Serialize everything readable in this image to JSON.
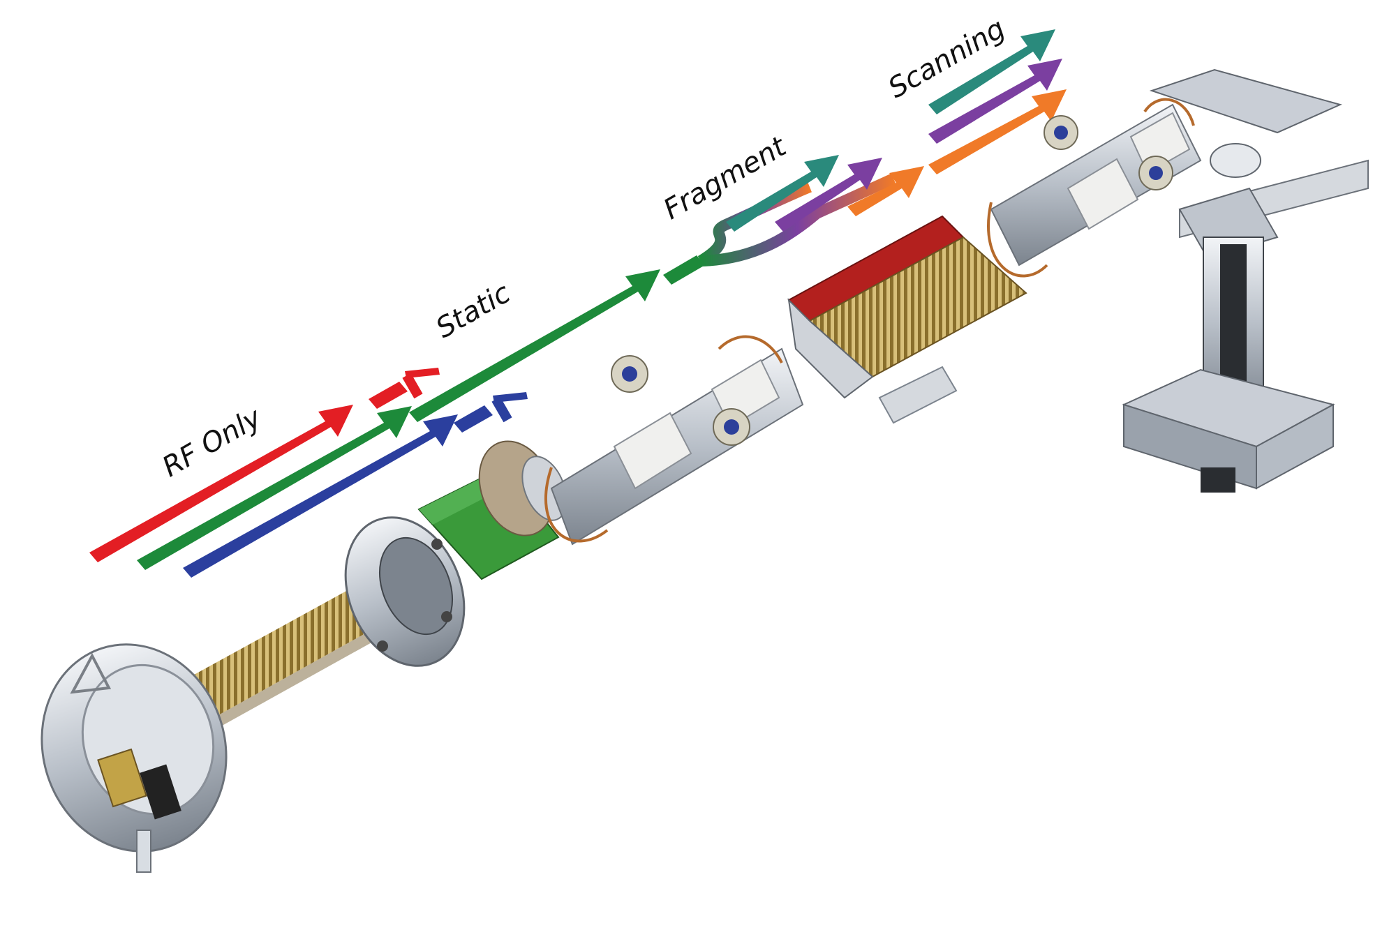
{
  "labels": {
    "rf_only": "RF Only",
    "static": "Static",
    "fragment": "Fragment",
    "scanning": "Scanning"
  },
  "colors": {
    "red": "#e31e24",
    "green": "#1d8a3a",
    "blue": "#2b3f9e",
    "teal": "#2a8a7c",
    "purple": "#7b3fa0",
    "orange": "#f07a28",
    "gold": "#b99a4a",
    "circuit_green": "#3a9a3a",
    "steel": "#c9ced6",
    "dark_red": "#b3201e"
  },
  "icons": {
    "ion_source": "ion-source-assembly",
    "detector": "detector-assembly",
    "warning": "laser-warning-icon"
  }
}
